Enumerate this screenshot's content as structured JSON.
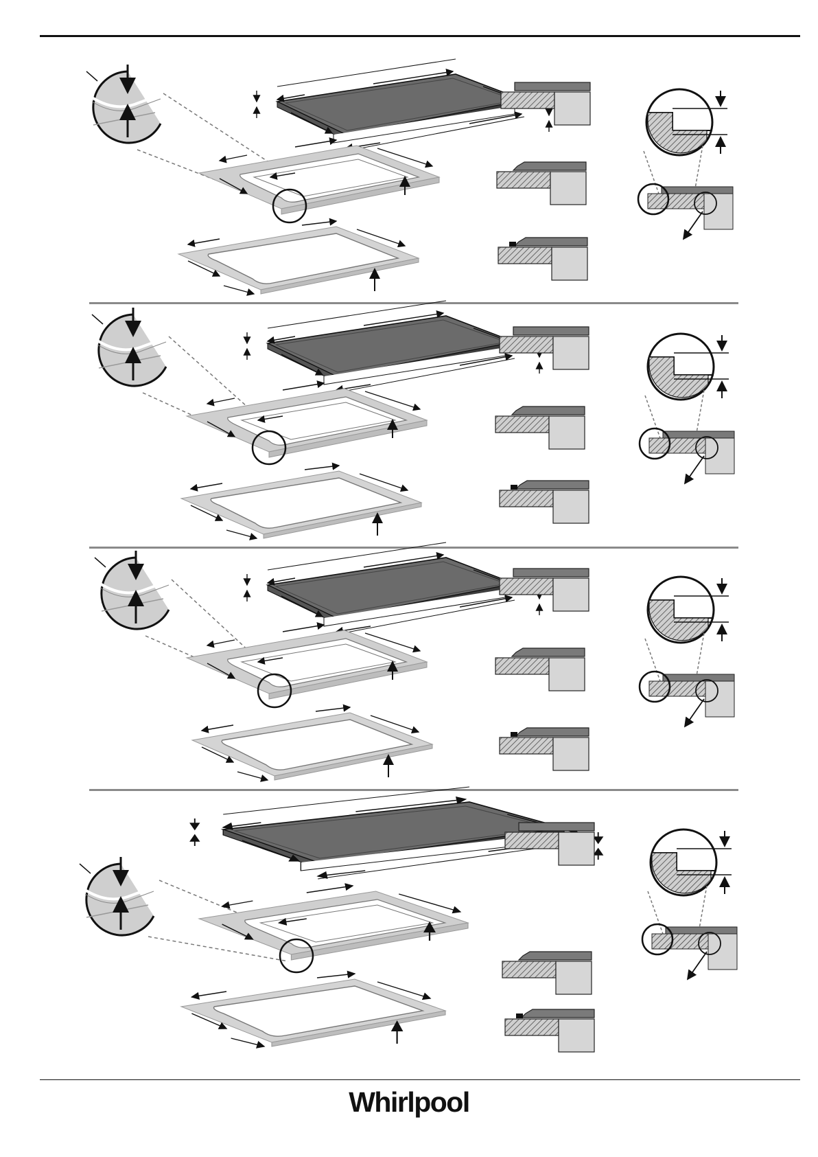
{
  "brand": {
    "logo_text": "Whirlpool"
  },
  "sections": [
    {
      "id": "hob-variant-1"
    },
    {
      "id": "hob-variant-2"
    },
    {
      "id": "hob-variant-3"
    },
    {
      "id": "hob-variant-4-wide"
    }
  ],
  "colors": {
    "hob_top": "#6b6b6b",
    "frame": "#cfcfcf",
    "cabinet": "#d6d6d6",
    "line": "#111111",
    "separator": "#8a8a8a"
  }
}
